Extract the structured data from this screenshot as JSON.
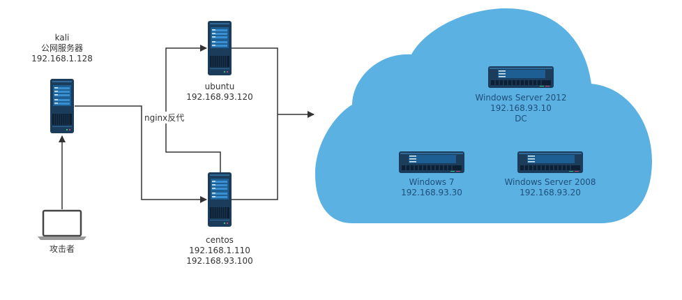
{
  "nodes": {
    "kali": {
      "lines": [
        "kali",
        "公网服务器",
        "192.168.1.128"
      ],
      "icon": "tower-server-icon"
    },
    "attacker": {
      "lines": [
        "攻击者"
      ],
      "icon": "laptop-icon"
    },
    "ubuntu": {
      "lines": [
        "ubuntu",
        "192.168.93.120"
      ],
      "icon": "tower-server-icon"
    },
    "centos": {
      "lines": [
        "centos",
        "192.168.1.110",
        "192.168.93.100"
      ],
      "icon": "tower-server-icon"
    },
    "win2012": {
      "lines": [
        "Windows Server 2012",
        "192.168.93.10",
        "DC"
      ],
      "icon": "rack-server-icon"
    },
    "win7": {
      "lines": [
        "Windows 7",
        "192.168.93.30"
      ],
      "icon": "rack-server-icon"
    },
    "win2008": {
      "lines": [
        "Windows Server 2008",
        "192.168.93.20"
      ],
      "icon": "rack-server-icon"
    }
  },
  "edges": {
    "nginx_label": "nginx反代"
  },
  "colors": {
    "cloud": "#5bb1e2",
    "server_body": "#1b3c5a",
    "server_panel": "#2a7ab8",
    "line": "#333333"
  }
}
